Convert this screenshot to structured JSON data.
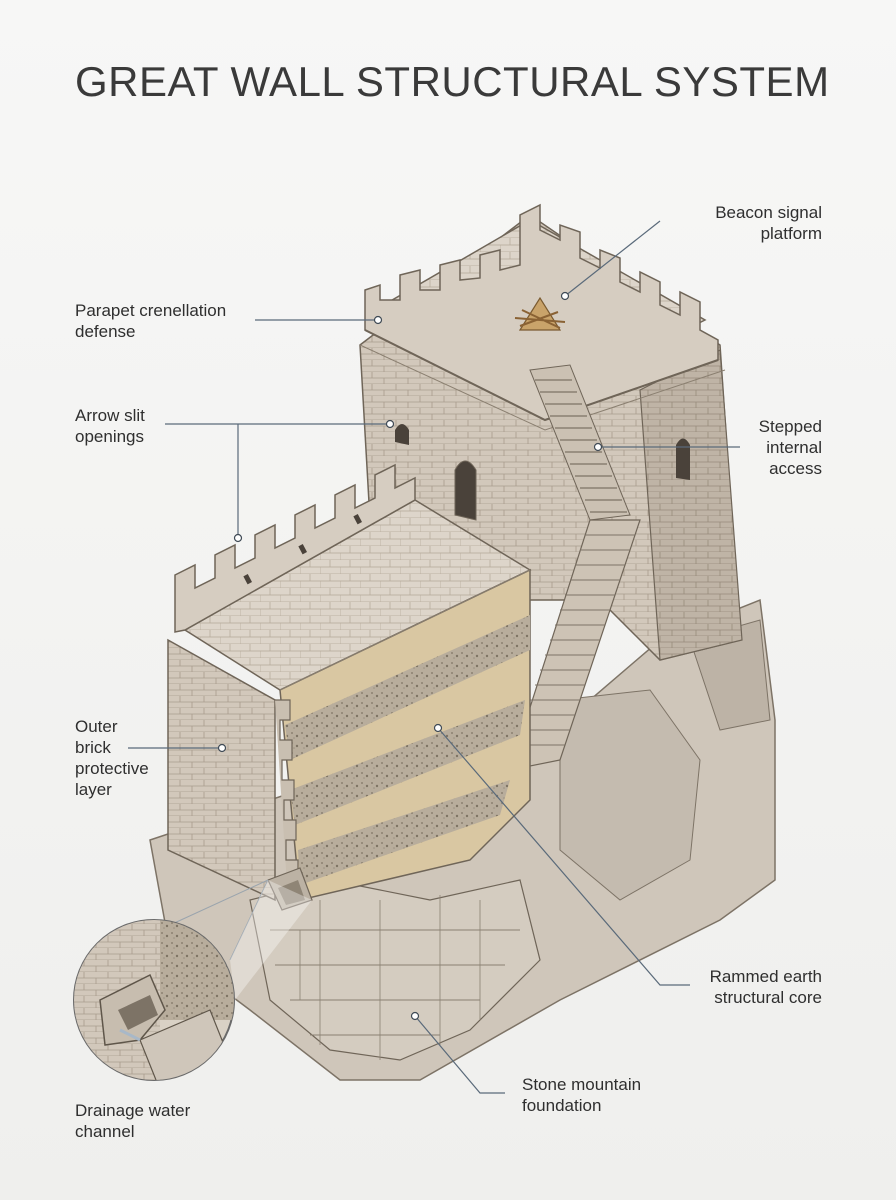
{
  "title": "GREAT WALL STRUCTURAL SYSTEM",
  "labels": {
    "beacon": "Beacon signal\nplatform",
    "parapet": "Parapet crenellation\ndefense",
    "arrow": "Arrow slit\nopenings",
    "stepped": "Stepped\ninternal\naccess",
    "outer": "Outer\nbrick\nprotective\nlayer",
    "rammed": "Rammed earth\nstructural core",
    "stone": "Stone mountain\nfoundation",
    "drainage": "Drainage water\nchannel"
  },
  "colors": {
    "leader": "#5a6a7a",
    "brick": "#d2c8bb",
    "brick_dark": "#a89c8c",
    "rock": "#cfc6ba",
    "earth_light": "#d9c7a2",
    "earth_dark": "#b8a483"
  }
}
